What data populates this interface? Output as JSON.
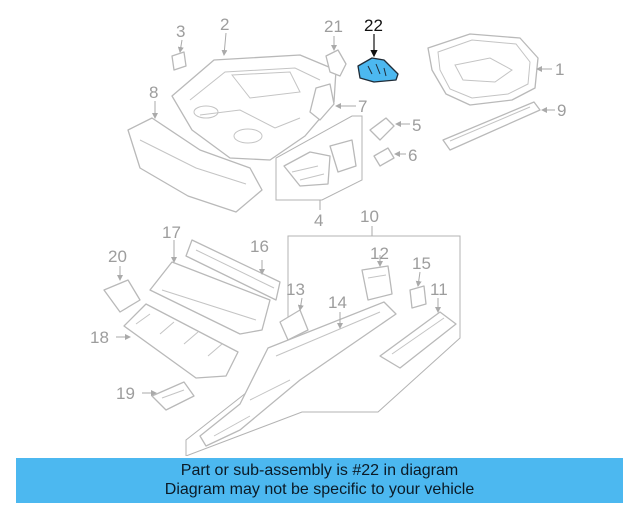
{
  "diagram": {
    "highlight_color": "#4cb8f0",
    "highlighted_part": "22",
    "callouts": [
      "1",
      "2",
      "3",
      "4",
      "5",
      "6",
      "7",
      "8",
      "9",
      "10",
      "11",
      "12",
      "13",
      "14",
      "15",
      "16",
      "17",
      "18",
      "19",
      "20",
      "21",
      "22"
    ]
  },
  "caption": {
    "line1": "Part or sub-assembly is #22 in diagram",
    "line2": "Diagram may not be specific to your vehicle"
  }
}
